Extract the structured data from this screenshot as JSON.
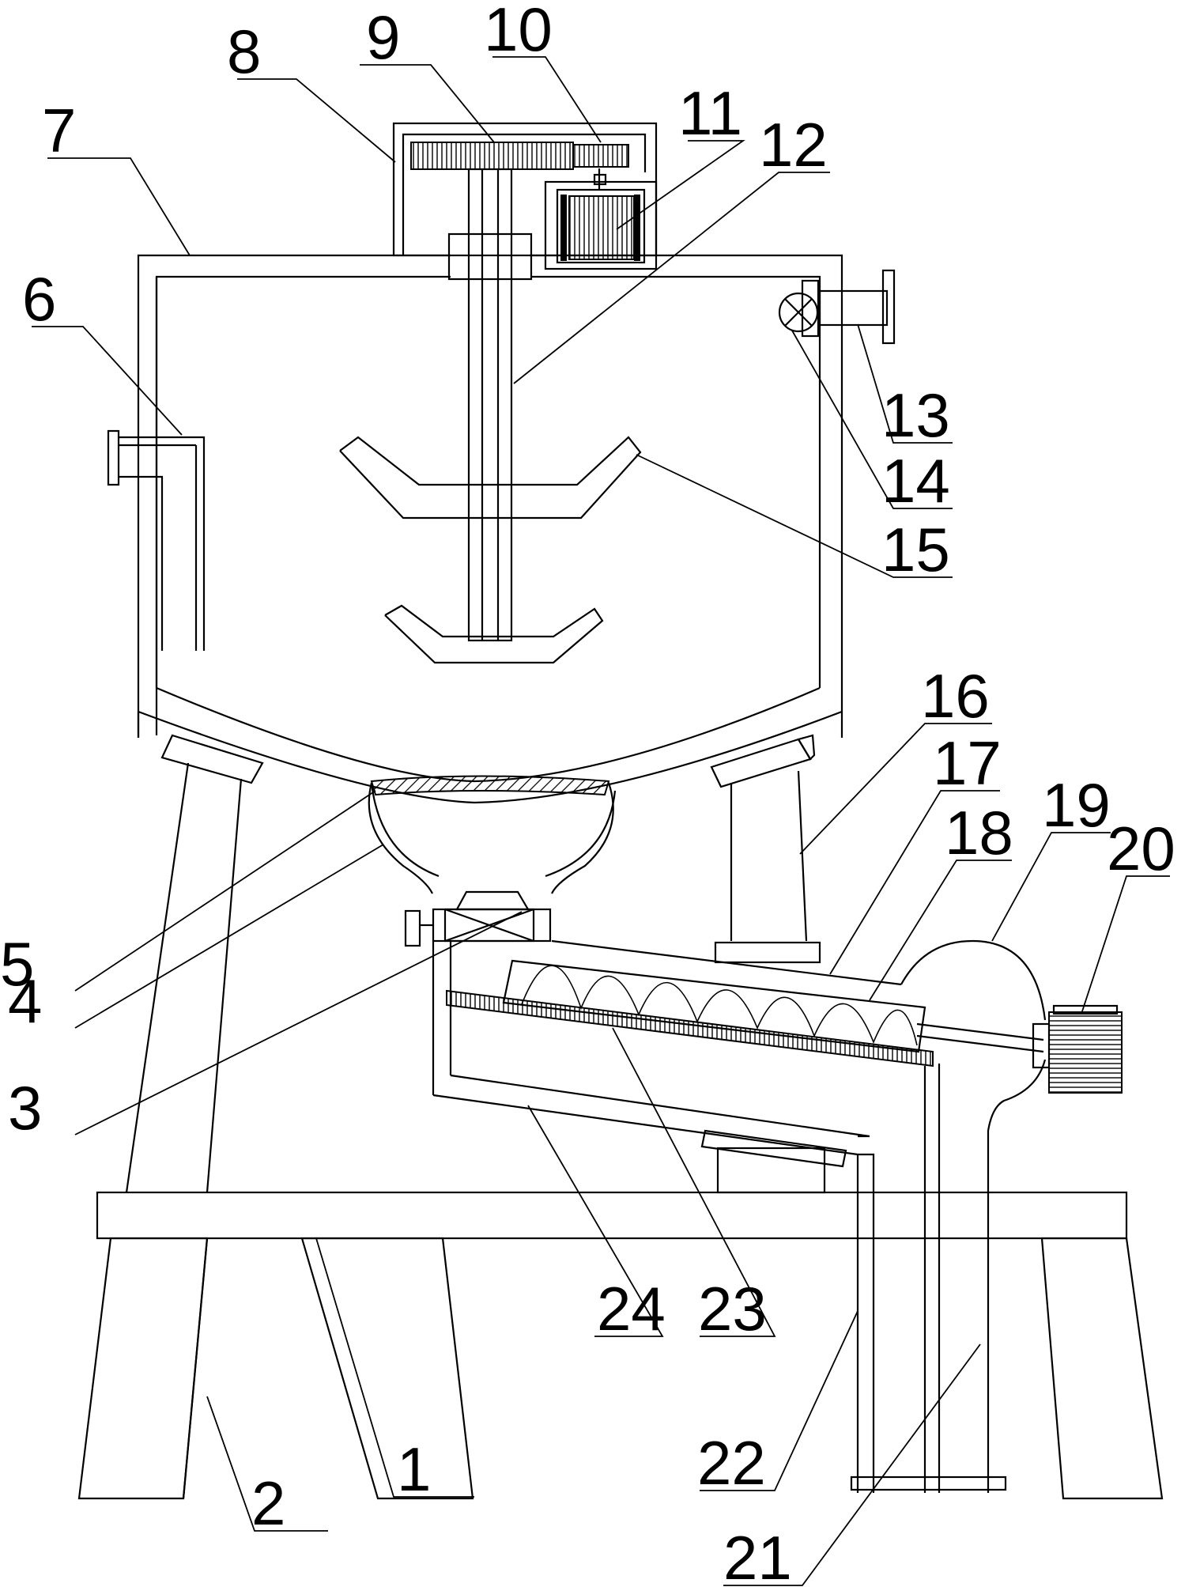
{
  "labels": [
    "1",
    "2",
    "3",
    "4",
    "5",
    "6",
    "7",
    "8",
    "9",
    "10",
    "11",
    "12",
    "13",
    "14",
    "15",
    "16",
    "17",
    "18",
    "19",
    "20",
    "21",
    "22",
    "23",
    "24"
  ]
}
